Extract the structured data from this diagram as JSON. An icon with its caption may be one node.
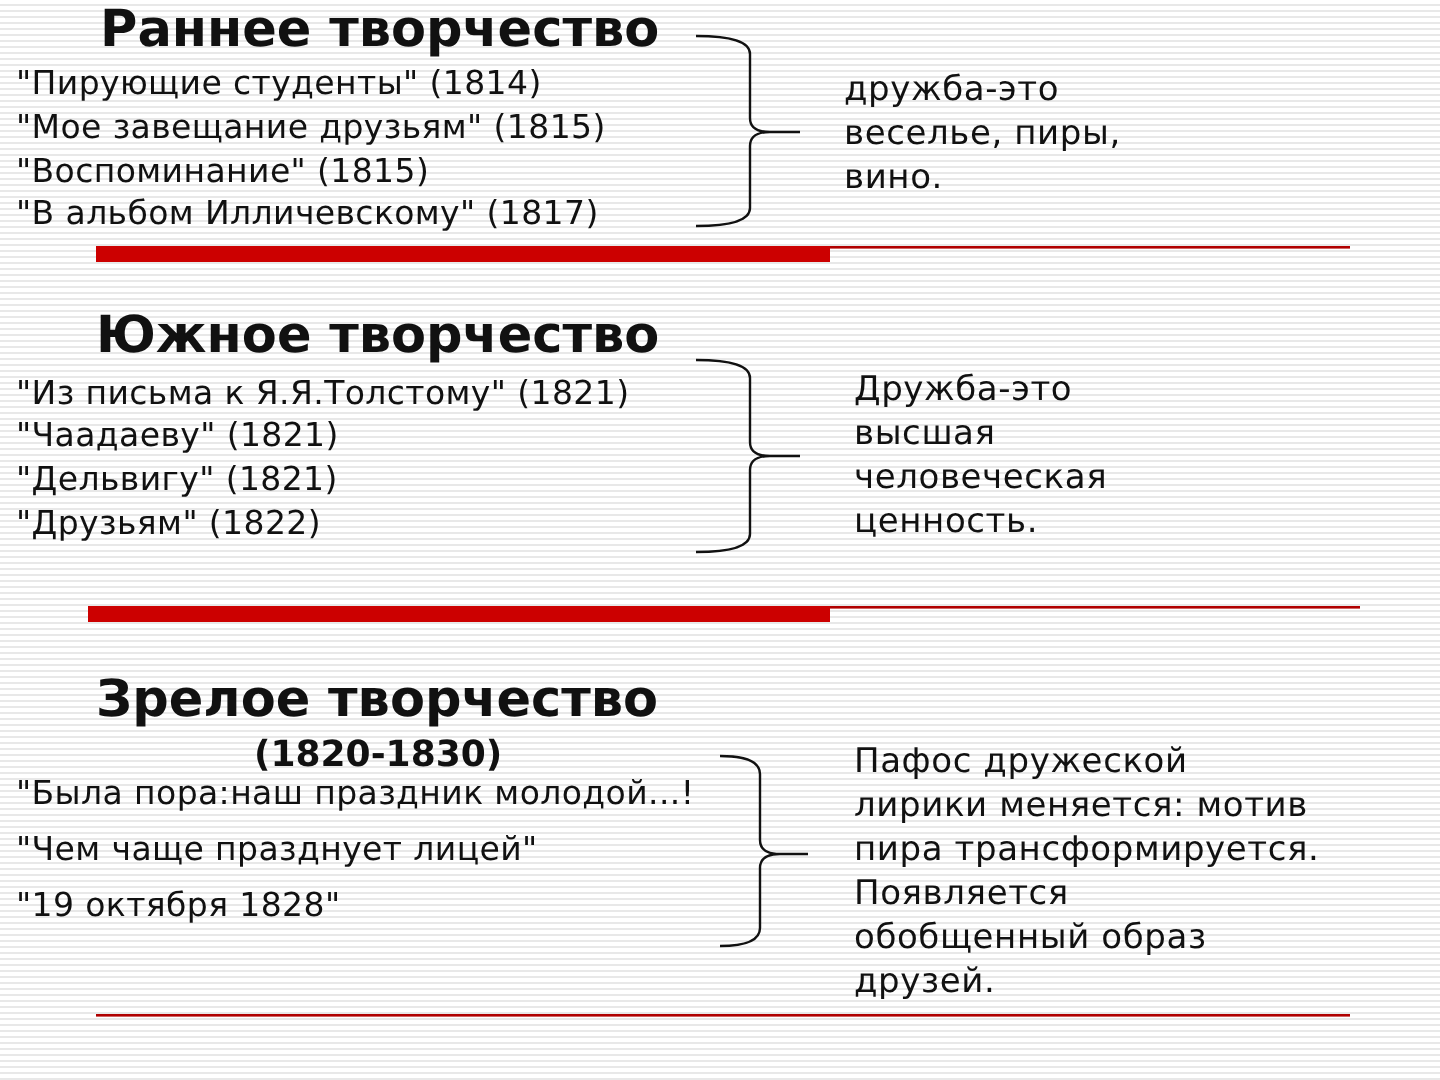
{
  "diagram": {
    "labels": [
      "Раннее творчество",
      "\"Пирующие студенты\" (1814)",
      "\"Мое завещание друзьям\" (1815)",
      "\"Воспоминание\" (1815)",
      "\"В альбом Илличевскому\" (1817)",
      "дружба-это веселье, пиры, вино.",
      "Южное творчество",
      "\"Из письма к Я.Я.Толстому\" (1821)",
      "\"Чаадаеву\" (1821)",
      "\"Дельвигу\" (1821)",
      "\"Друзьям\" (1822)",
      "Дружба-это высшая человеческая ценность.",
      "Зрелое творчество",
      "(1820-1830)",
      "\"Была пора:наш праздник молодой...!",
      "\"Чем чаще празднует лицей\"",
      "\"19 октября 1828\"",
      "Пафос дружеской лирики меняется: мотив пира трансформируется.",
      "Появляется обобщенный образ друзей."
    ]
  }
}
